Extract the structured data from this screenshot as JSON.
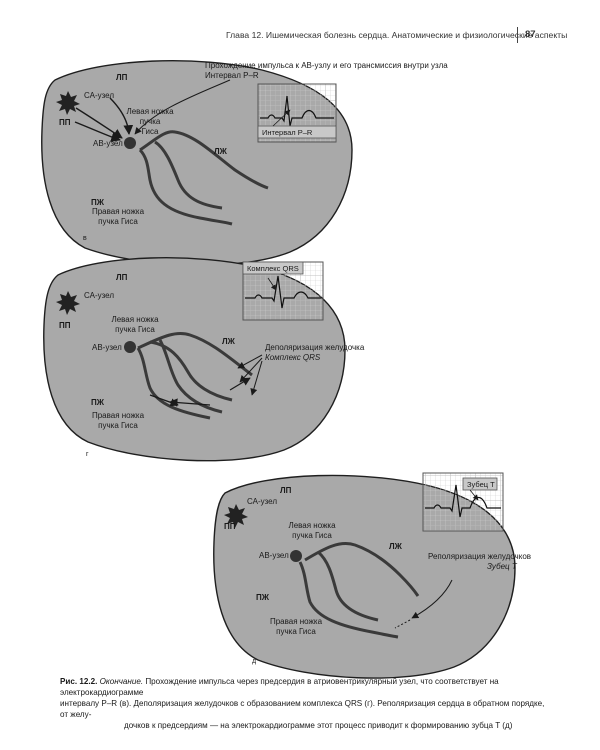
{
  "header": {
    "running_title": "Глава 12. Ишемическая болезнь сердца. Анатомические и физиологические аспекты",
    "page_number": "87"
  },
  "panel_v": {
    "letter": "в",
    "label_lp": "ЛП",
    "label_pp": "ПП",
    "label_lzh": "ЛЖ",
    "label_pzh": "ПЖ",
    "sa_node": "СА-узел",
    "av_node": "АВ-узел",
    "left_bundle_1": "Левая ножка",
    "left_bundle_2": "пучка",
    "left_bundle_3": "Гиса",
    "right_bundle_1": "Правая ножка",
    "right_bundle_2": "пучка Гиса",
    "annotation_1": "Прохождение импульса к АВ-узлу и его трансмиссия внутри узла",
    "annotation_2": "Интервал P–R",
    "ecg_label": "Интервал P–R"
  },
  "panel_g": {
    "letter": "г",
    "label_lp": "ЛП",
    "label_pp": "ПП",
    "label_lzh": "ЛЖ",
    "label_pzh": "ПЖ",
    "sa_node": "СА-узел",
    "av_node": "АВ-узел",
    "left_bundle_1": "Левая ножка",
    "left_bundle_2": "пучка Гиса",
    "right_bundle_1": "Правая ножка",
    "right_bundle_2": "пучка Гиса",
    "annotation_1": "Деполяризация желудочка",
    "annotation_2": "Комплекс QRS",
    "ecg_label": "Комплекс QRS"
  },
  "panel_d": {
    "letter": "д",
    "label_lp": "ЛП",
    "label_pp": "ПП",
    "label_lzh": "ЛЖ",
    "label_pzh": "ПЖ",
    "sa_node": "СА-узел",
    "av_node": "АВ-узел",
    "left_bundle_1": "Левая ножка",
    "left_bundle_2": "пучка Гиса",
    "right_bundle_1": "Правая ножка",
    "right_bundle_2": "пучка Гиса",
    "annotation_1": "Реполяризация желудочков",
    "annotation_2": "Зубец T",
    "ecg_label": "Зубец T"
  },
  "caption": {
    "figure_label": "Рис. 12.2.",
    "ending": "Окончание.",
    "line1": "Прохождение импульса через предсердия в атриовентрикулярный узел, что соответствует на электрокардиограмме",
    "line2": "интервалу P–R (в). Деполяризация желудочков с образованием комплекса QRS (г). Реполяризация сердца в обратном порядке, от желу-",
    "line3": "дочков к предсердиям — на электрокардиограмме этот процесс приводит к формированию зубца T (д)"
  },
  "colors": {
    "heart_fill": "#a9a9a9",
    "heart_stroke": "#1f1f1f",
    "pathway": "#3a3a3a",
    "ecg_grid": "#cfcfcf",
    "ecg_frame": "#555555"
  }
}
